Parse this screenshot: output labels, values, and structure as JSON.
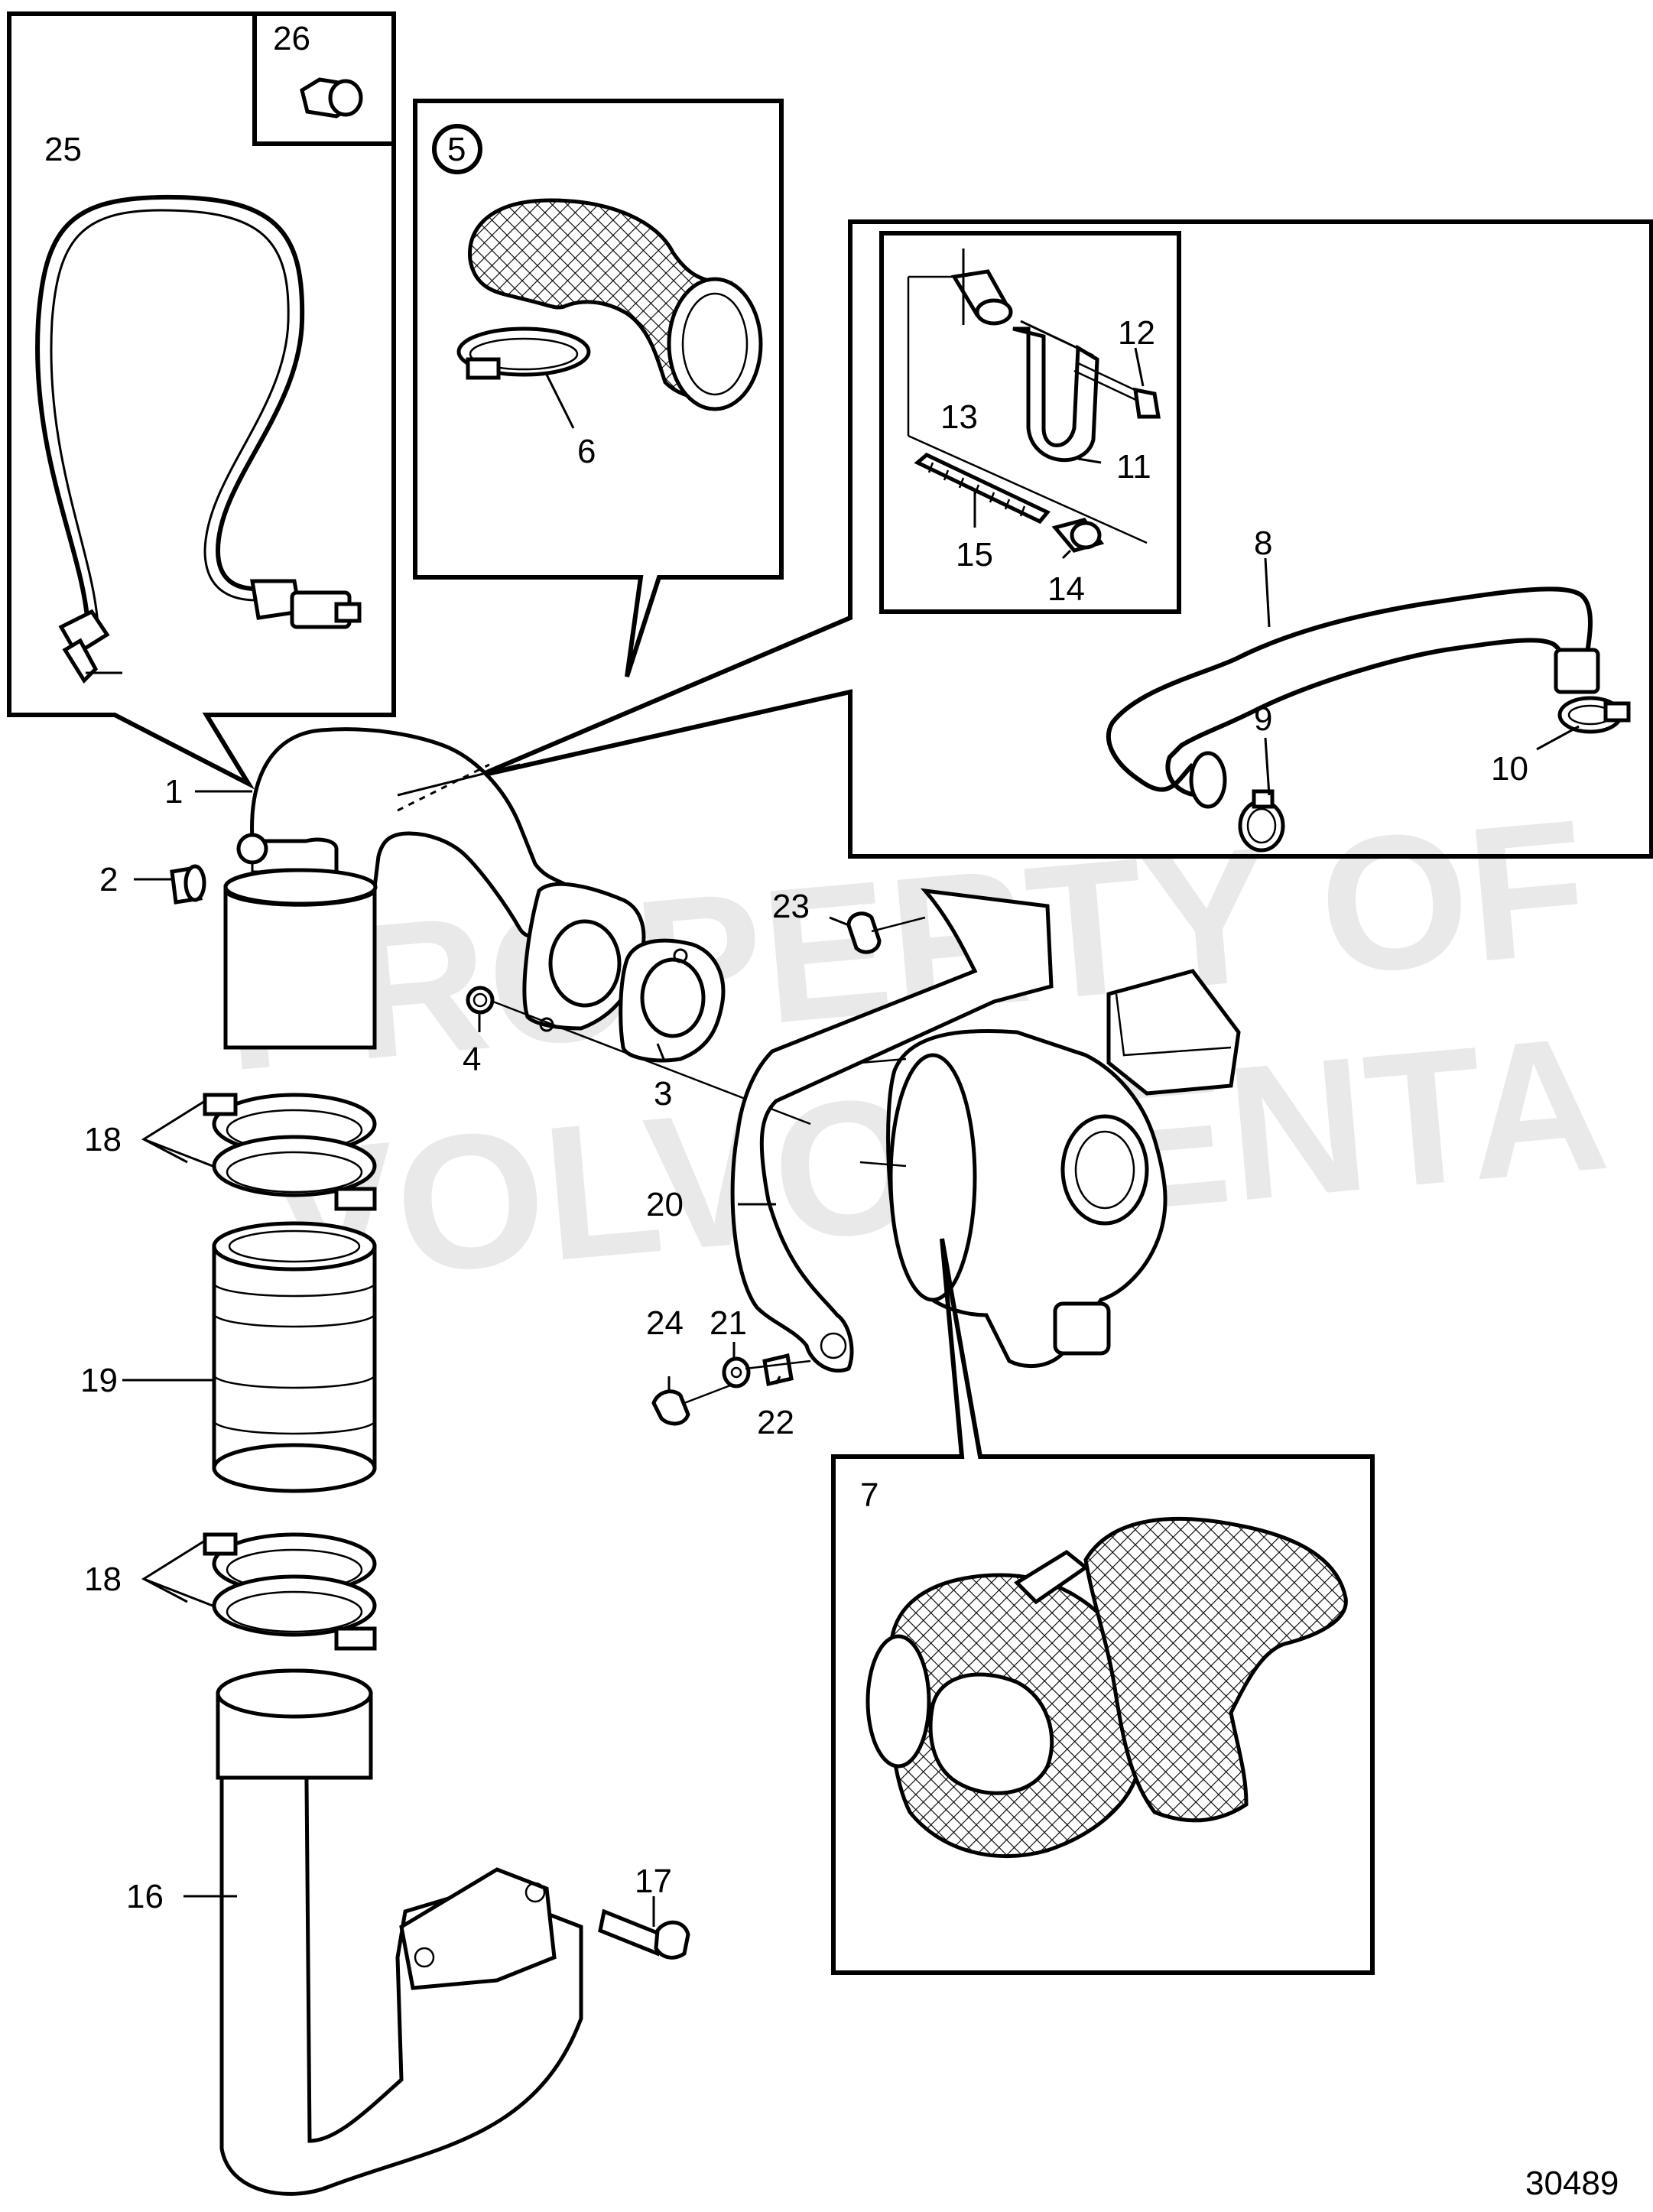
{
  "drawing_number": "30489",
  "watermark": [
    "PROPERTY OF",
    "VOLVO PENTA"
  ],
  "callouts": [
    "1",
    "2",
    "3",
    "4",
    "5",
    "6",
    "7",
    "8",
    "9",
    "10",
    "11",
    "12",
    "13",
    "14",
    "15",
    "16",
    "17",
    "18",
    "18",
    "19",
    "20",
    "21",
    "22",
    "23",
    "24",
    "25",
    "26"
  ],
  "colors": {
    "line": "#000000",
    "background": "#ffffff",
    "watermark": "#e9e9e9"
  }
}
